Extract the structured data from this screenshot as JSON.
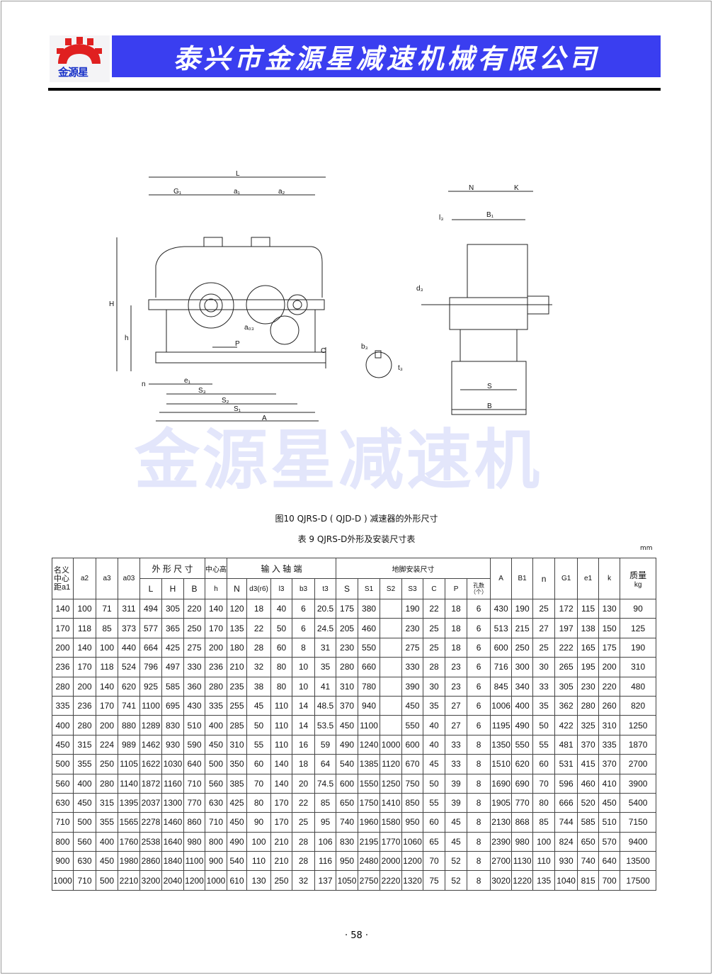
{
  "header": {
    "logo_text": "金源星",
    "company": "泰兴市金源星减速机械有限公司"
  },
  "drawing_labels": {
    "L": "L",
    "G1": "G₁",
    "a1": "a₁",
    "a2": "a₂",
    "H": "H",
    "h": "h",
    "P": "P",
    "C": "C",
    "n": "n",
    "e1": "e₁",
    "S3": "S₃",
    "S2": "S₂",
    "S1": "S₁",
    "A": "A",
    "N": "N",
    "K": "K",
    "B1": "B₁",
    "l3": "l₃",
    "d3": "d₃",
    "b3": "b₃",
    "t3": "t₃",
    "S": "S",
    "B": "B",
    "a03": "a₀₃"
  },
  "watermark": "金源星减速机",
  "figure_caption": "图10 QJRS-D ( QJD-D ) 减速器的外形尺寸",
  "table_caption": "表 9  QJRS-D外形及安装尺寸表",
  "unit": "mm",
  "table": {
    "group_headers": {
      "a1": "名义中心距a1",
      "a2": "a2",
      "a3": "a3",
      "a03": "a03",
      "outer": "外 形 尺 寸",
      "center_height": "中心高",
      "input": "输 入 轴 端",
      "foot": "地脚安装尺寸",
      "A": "A",
      "B1": "B1",
      "n": "n",
      "G1": "G1",
      "e1": "e1",
      "k": "k",
      "mass": "质量"
    },
    "sub_headers": {
      "L": "L",
      "H": "H",
      "B": "B",
      "h": "h",
      "N": "N",
      "d3": "d3(r6)",
      "l3": "l3",
      "b3": "b3",
      "t3": "t3",
      "S": "S",
      "S1": "S1",
      "S2": "S2",
      "S3": "S3",
      "C": "C",
      "P": "P",
      "holes": "孔数（个）",
      "mass_unit": "kg"
    },
    "rows": [
      [
        "140",
        "100",
        "71",
        "311",
        "494",
        "305",
        "220",
        "140",
        "120",
        "18",
        "40",
        "6",
        "20.5",
        "175",
        "380",
        "",
        "190",
        "22",
        "18",
        "6",
        "430",
        "190",
        "25",
        "172",
        "115",
        "130",
        "90"
      ],
      [
        "170",
        "118",
        "85",
        "373",
        "577",
        "365",
        "250",
        "170",
        "135",
        "22",
        "50",
        "6",
        "24.5",
        "205",
        "460",
        "",
        "230",
        "25",
        "18",
        "6",
        "513",
        "215",
        "27",
        "197",
        "138",
        "150",
        "125"
      ],
      [
        "200",
        "140",
        "100",
        "440",
        "664",
        "425",
        "275",
        "200",
        "180",
        "28",
        "60",
        "8",
        "31",
        "230",
        "550",
        "",
        "275",
        "25",
        "18",
        "6",
        "600",
        "250",
        "25",
        "222",
        "165",
        "175",
        "190"
      ],
      [
        "236",
        "170",
        "118",
        "524",
        "796",
        "497",
        "330",
        "236",
        "210",
        "32",
        "80",
        "10",
        "35",
        "280",
        "660",
        "",
        "330",
        "28",
        "23",
        "6",
        "716",
        "300",
        "30",
        "265",
        "195",
        "200",
        "310"
      ],
      [
        "280",
        "200",
        "140",
        "620",
        "925",
        "585",
        "360",
        "280",
        "235",
        "38",
        "80",
        "10",
        "41",
        "310",
        "780",
        "",
        "390",
        "30",
        "23",
        "6",
        "845",
        "340",
        "33",
        "305",
        "230",
        "220",
        "480"
      ],
      [
        "335",
        "236",
        "170",
        "741",
        "1100",
        "695",
        "430",
        "335",
        "255",
        "45",
        "110",
        "14",
        "48.5",
        "370",
        "940",
        "",
        "450",
        "35",
        "27",
        "6",
        "1006",
        "400",
        "35",
        "362",
        "280",
        "260",
        "820"
      ],
      [
        "400",
        "280",
        "200",
        "880",
        "1289",
        "830",
        "510",
        "400",
        "285",
        "50",
        "110",
        "14",
        "53.5",
        "450",
        "1100",
        "",
        "550",
        "40",
        "27",
        "6",
        "1195",
        "490",
        "50",
        "422",
        "325",
        "310",
        "1250"
      ],
      [
        "450",
        "315",
        "224",
        "989",
        "1462",
        "930",
        "590",
        "450",
        "310",
        "55",
        "110",
        "16",
        "59",
        "490",
        "1240",
        "1000",
        "600",
        "40",
        "33",
        "8",
        "1350",
        "550",
        "55",
        "481",
        "370",
        "335",
        "1870"
      ],
      [
        "500",
        "355",
        "250",
        "1105",
        "1622",
        "1030",
        "640",
        "500",
        "350",
        "60",
        "140",
        "18",
        "64",
        "540",
        "1385",
        "1120",
        "670",
        "45",
        "33",
        "8",
        "1510",
        "620",
        "60",
        "531",
        "415",
        "370",
        "2700"
      ],
      [
        "560",
        "400",
        "280",
        "1140",
        "1872",
        "1160",
        "710",
        "560",
        "385",
        "70",
        "140",
        "20",
        "74.5",
        "600",
        "1550",
        "1250",
        "750",
        "50",
        "39",
        "8",
        "1690",
        "690",
        "70",
        "596",
        "460",
        "410",
        "3900"
      ],
      [
        "630",
        "450",
        "315",
        "1395",
        "2037",
        "1300",
        "770",
        "630",
        "425",
        "80",
        "170",
        "22",
        "85",
        "650",
        "1750",
        "1410",
        "850",
        "55",
        "39",
        "8",
        "1905",
        "770",
        "80",
        "666",
        "520",
        "450",
        "5400"
      ],
      [
        "710",
        "500",
        "355",
        "1565",
        "2278",
        "1460",
        "860",
        "710",
        "450",
        "90",
        "170",
        "25",
        "95",
        "740",
        "1960",
        "1580",
        "950",
        "60",
        "45",
        "8",
        "2130",
        "868",
        "85",
        "744",
        "585",
        "510",
        "7150"
      ],
      [
        "800",
        "560",
        "400",
        "1760",
        "2538",
        "1640",
        "980",
        "800",
        "490",
        "100",
        "210",
        "28",
        "106",
        "830",
        "2195",
        "1770",
        "1060",
        "65",
        "45",
        "8",
        "2390",
        "980",
        "100",
        "824",
        "650",
        "570",
        "9400"
      ],
      [
        "900",
        "630",
        "450",
        "1980",
        "2860",
        "1840",
        "1100",
        "900",
        "540",
        "110",
        "210",
        "28",
        "116",
        "950",
        "2480",
        "2000",
        "1200",
        "70",
        "52",
        "8",
        "2700",
        "1130",
        "110",
        "930",
        "740",
        "640",
        "13500"
      ],
      [
        "1000",
        "710",
        "500",
        "2210",
        "3200",
        "2040",
        "1200",
        "1000",
        "610",
        "130",
        "250",
        "32",
        "137",
        "1050",
        "2750",
        "2220",
        "1320",
        "75",
        "52",
        "8",
        "3020",
        "1220",
        "135",
        "1040",
        "815",
        "700",
        "17500"
      ]
    ]
  },
  "page_number": "· 58 ·"
}
